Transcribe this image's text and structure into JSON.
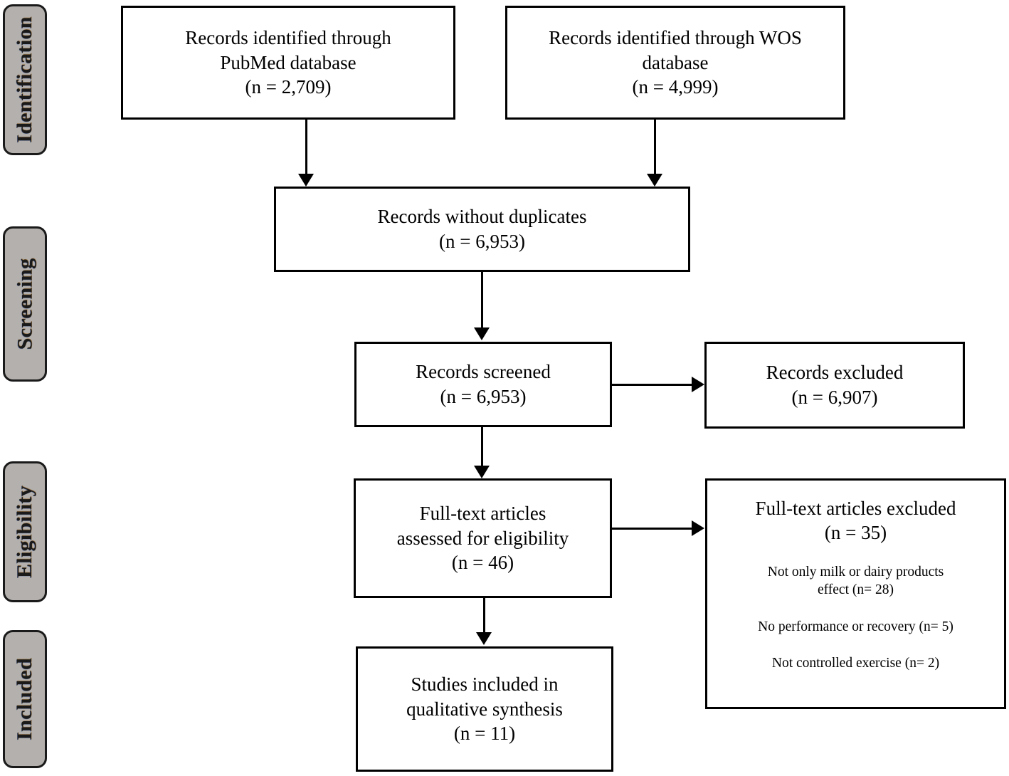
{
  "diagram": {
    "type": "prisma-flow-diagram",
    "stages": [
      {
        "name": "identification",
        "label": "Identification"
      },
      {
        "name": "screening",
        "label": "Screening"
      },
      {
        "name": "eligibility",
        "label": "Eligibility"
      },
      {
        "name": "included",
        "label": "Included"
      }
    ],
    "boxes": {
      "pubmed": {
        "line1": "Records identified through",
        "line2": "PubMed database",
        "line3": "(n = 2,709)"
      },
      "wos": {
        "line1": "Records identified through WOS",
        "line2": "database",
        "line3": "(n = 4,999)"
      },
      "without_duplicates": {
        "line1": "Records without duplicates",
        "line2": "(n = 6,953)"
      },
      "records_screened": {
        "line1": "Records screened",
        "line2": "(n = 6,953)"
      },
      "records_excluded": {
        "line1": "Records excluded",
        "line2": "(n = 6,907)"
      },
      "fulltext_assessed": {
        "line1": "Full-text articles",
        "line2": "assessed for eligibility",
        "line3": "(n = 46)"
      },
      "fulltext_excluded": {
        "head1": "Full-text articles excluded",
        "head2": "(n = 35)",
        "reason1_line1": "Not only milk or dairy products",
        "reason1_line2": "effect (n= 28)",
        "reason2": "No performance or recovery (n= 5)",
        "reason3": "Not controlled exercise (n= 2)"
      },
      "studies_included": {
        "line1": "Studies included in",
        "line2": "qualitative synthesis",
        "line3": "(n = 11)"
      }
    },
    "colors": {
      "stage_pill_fill": "#b3b0ad",
      "stage_pill_border": "#1a1a1a",
      "box_border": "#000000",
      "box_fill": "#ffffff",
      "connector": "#000000",
      "text": "#000000"
    }
  }
}
